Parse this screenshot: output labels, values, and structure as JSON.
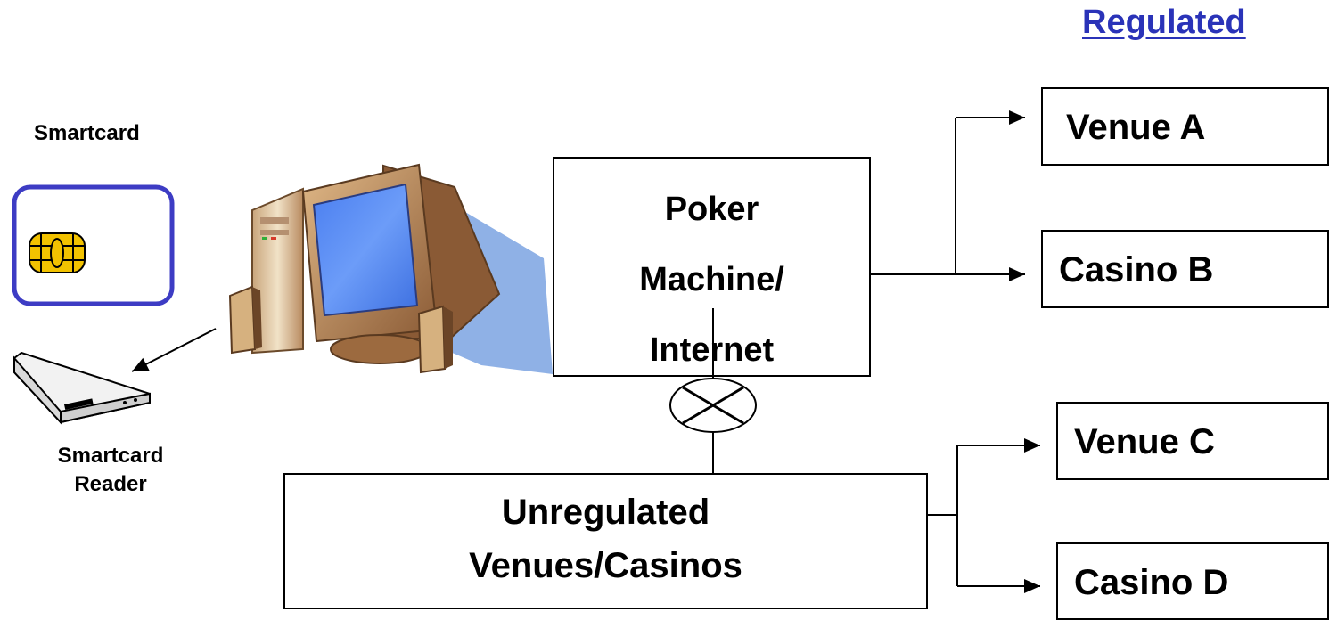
{
  "header": {
    "regulated_label": "Regulated"
  },
  "left_panel": {
    "smartcard_label": "Smartcard",
    "reader_label_line1": "Smartcard",
    "reader_label_line2": "Reader",
    "icons": [
      "smartcard-icon",
      "smartcard-reader-icon",
      "desktop-computer-icon"
    ]
  },
  "center": {
    "poker_line1": "Poker",
    "poker_line2": "Machine/",
    "poker_line3": "Internet",
    "blocked_icon": "blocked-connection-icon"
  },
  "regulated_venues": [
    {
      "label": "Venue A"
    },
    {
      "label": "Casino B"
    }
  ],
  "unregulated": {
    "line1": "Unregulated",
    "line2": "Venues/Casinos"
  },
  "unregulated_venues": [
    {
      "label": "Venue C"
    },
    {
      "label": "Casino D"
    }
  ],
  "colors": {
    "regulated_text": "#2a33b8",
    "card_border": "#3d3cc4",
    "chip": "#f2c200",
    "monitor_screen": "#5a8df5",
    "shadow": "#8fb1e6",
    "case": "#e8d4b0"
  }
}
